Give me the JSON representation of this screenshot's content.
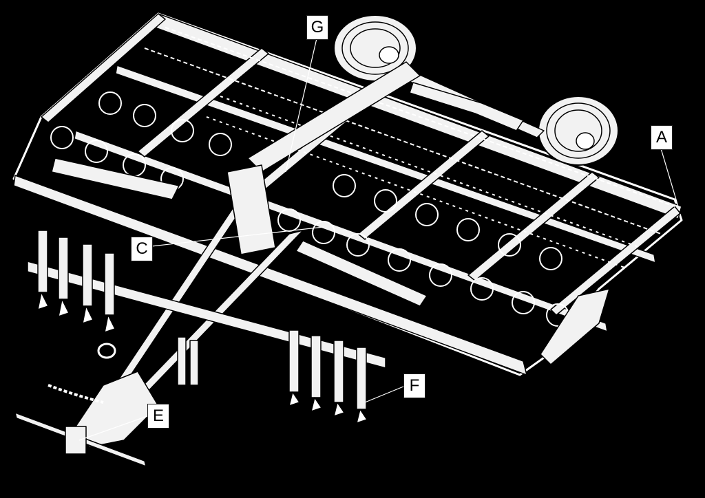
{
  "colors": {
    "background": "#000000",
    "line": "#ffffff",
    "fill": "#f2f2f2",
    "label_bg": "#ffffff",
    "label_text": "#000000"
  },
  "callouts": {
    "g": "G",
    "a": "A",
    "c": "C",
    "e": "E",
    "f": "F"
  }
}
